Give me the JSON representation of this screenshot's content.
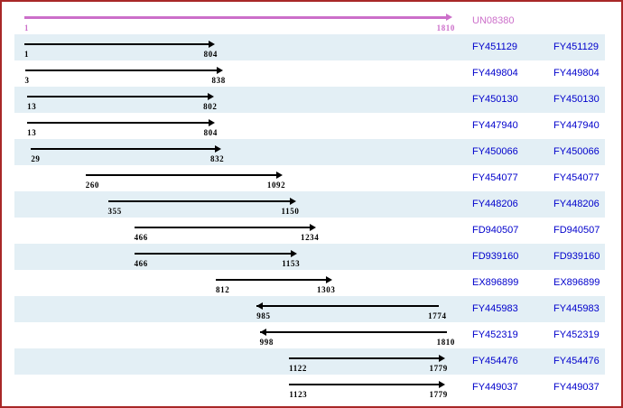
{
  "palette": {
    "border": "#a82727",
    "stripe": "#e3eff5",
    "query_color": "#cc6fca",
    "accession_color": "#0000cc",
    "bar_color": "#000000",
    "background": "#ffffff"
  },
  "query": {
    "name": "UN08380",
    "start": "1",
    "end": "1810",
    "start_value": 1,
    "end_value": 1810,
    "orientation": "right"
  },
  "axis": {
    "min": 1,
    "max": 1810
  },
  "hits": [
    {
      "name": "FY451129",
      "start": "1",
      "end": "804",
      "start_value": 1,
      "end_value": 804,
      "orientation": "right"
    },
    {
      "name": "FY449804",
      "start": "3",
      "end": "838",
      "start_value": 3,
      "end_value": 838,
      "orientation": "right"
    },
    {
      "name": "FY450130",
      "start": "13",
      "end": "802",
      "start_value": 13,
      "end_value": 802,
      "orientation": "right"
    },
    {
      "name": "FY447940",
      "start": "13",
      "end": "804",
      "start_value": 13,
      "end_value": 804,
      "orientation": "right"
    },
    {
      "name": "FY450066",
      "start": "29",
      "end": "832",
      "start_value": 29,
      "end_value": 832,
      "orientation": "right"
    },
    {
      "name": "FY454077",
      "start": "260",
      "end": "1092",
      "start_value": 260,
      "end_value": 1092,
      "orientation": "right"
    },
    {
      "name": "FY448206",
      "start": "355",
      "end": "1150",
      "start_value": 355,
      "end_value": 1150,
      "orientation": "right"
    },
    {
      "name": "FD940507",
      "start": "466",
      "end": "1234",
      "start_value": 466,
      "end_value": 1234,
      "orientation": "right"
    },
    {
      "name": "FD939160",
      "start": "466",
      "end": "1153",
      "start_value": 466,
      "end_value": 1153,
      "orientation": "right"
    },
    {
      "name": "EX896899",
      "start": "812",
      "end": "1303",
      "start_value": 812,
      "end_value": 1303,
      "orientation": "right"
    },
    {
      "name": "FY445983",
      "start": "985",
      "end": "1774",
      "start_value": 985,
      "end_value": 1774,
      "orientation": "left"
    },
    {
      "name": "FY452319",
      "start": "998",
      "end": "1810",
      "start_value": 998,
      "end_value": 1810,
      "orientation": "left"
    },
    {
      "name": "FY454476",
      "start": "1122",
      "end": "1779",
      "start_value": 1122,
      "end_value": 1779,
      "orientation": "right"
    },
    {
      "name": "FY449037",
      "start": "1123",
      "end": "1779",
      "start_value": 1123,
      "end_value": 1779,
      "orientation": "right"
    }
  ]
}
